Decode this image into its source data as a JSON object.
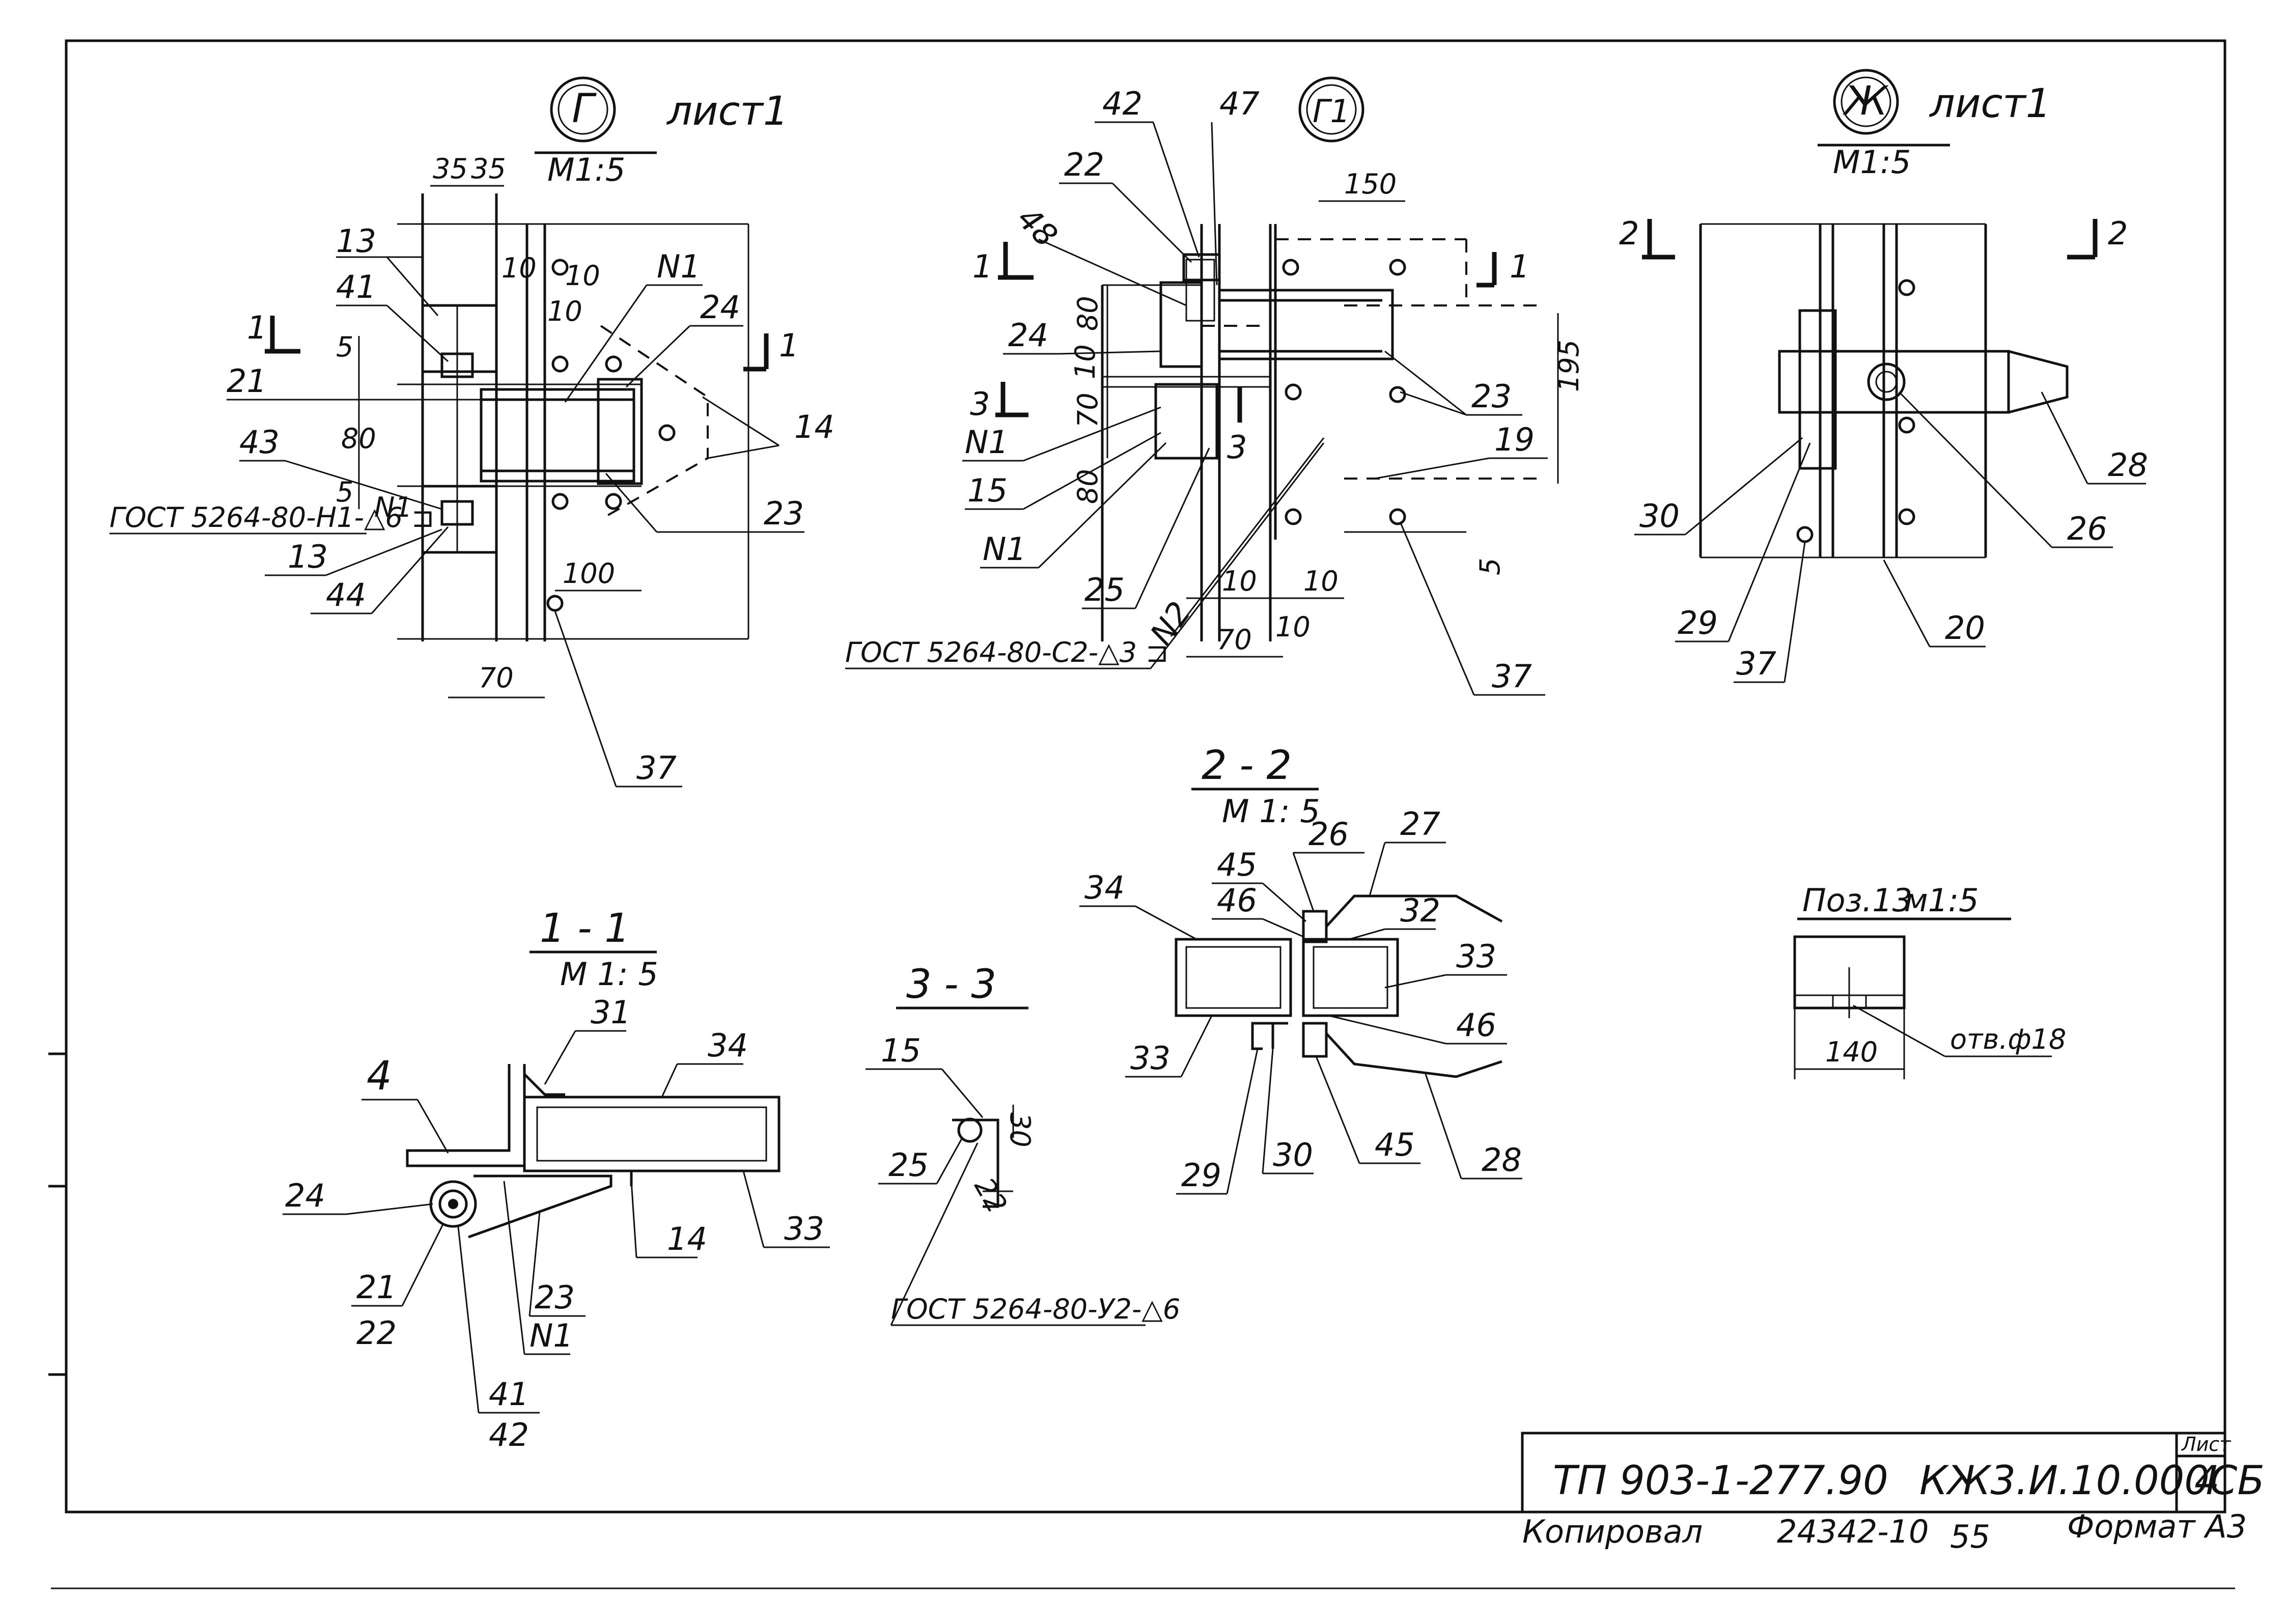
{
  "views": {
    "g": {
      "letter": "Г",
      "sheet": "лист1",
      "scale": "М1:5"
    },
    "g1": {
      "letter": "Г1"
    },
    "zh": {
      "letter": "Ж",
      "sheet": "лист1",
      "scale": "М1:5"
    }
  },
  "sections": {
    "s11": {
      "title": "1 - 1",
      "scale": "М 1: 5"
    },
    "s22": {
      "title": "2 - 2",
      "scale": "М 1: 5"
    },
    "s33": {
      "title": "3 - 3"
    },
    "poz13": {
      "title": "Поз.13",
      "scale": "м1:5"
    }
  },
  "view_g": {
    "dims": [
      "35",
      "35",
      "10",
      "10",
      "10",
      "5",
      "80",
      "5",
      "100",
      "70"
    ],
    "cut": "1",
    "parts": [
      "13",
      "41",
      "21",
      "43",
      "13",
      "44",
      "N1",
      "24",
      "14",
      "23",
      "37"
    ],
    "weld": "ГОСТ 5264-80-Н1-△6 ⊐",
    "n1": "N1"
  },
  "view_g1": {
    "dims": [
      "150",
      "80",
      "10",
      "70",
      "80",
      "195",
      "10",
      "10",
      "70",
      "10",
      "5"
    ],
    "cuts": [
      "1",
      "1",
      "3",
      "3"
    ],
    "parts": [
      "42",
      "47",
      "22",
      "48",
      "24",
      "N1",
      "15",
      "N1",
      "25",
      "N2",
      "23",
      "19",
      "37"
    ],
    "weld": "ГОСТ 5264-80-С2-△3 ⊐"
  },
  "view_zh": {
    "cut": "2",
    "parts": [
      "28",
      "30",
      "26",
      "29",
      "37",
      "20"
    ]
  },
  "sec11_parts": [
    "4",
    "31",
    "34",
    "24",
    "14",
    "33",
    "21",
    "22",
    "23",
    "N1",
    "41",
    "42"
  ],
  "sec33_parts": [
    "15",
    "25",
    "30",
    "22"
  ],
  "sec33_weld": "ГОСТ 5264-80-У2-△6",
  "sec22_parts": [
    "45",
    "26",
    "27",
    "34",
    "46",
    "32",
    "33",
    "33",
    "46",
    "29",
    "30",
    "45",
    "28"
  ],
  "poz13": {
    "dim": "140",
    "hole": "отв.ф18"
  },
  "title_block": {
    "project": "ТП 903-1-277.90",
    "code": "КЖ3.И.10.000СБ",
    "sheet_label": "Лист",
    "sheet_number": "4"
  },
  "footer": {
    "copied": "Копировал",
    "order": "24342-10",
    "number": "55",
    "format": "Формат А3"
  }
}
